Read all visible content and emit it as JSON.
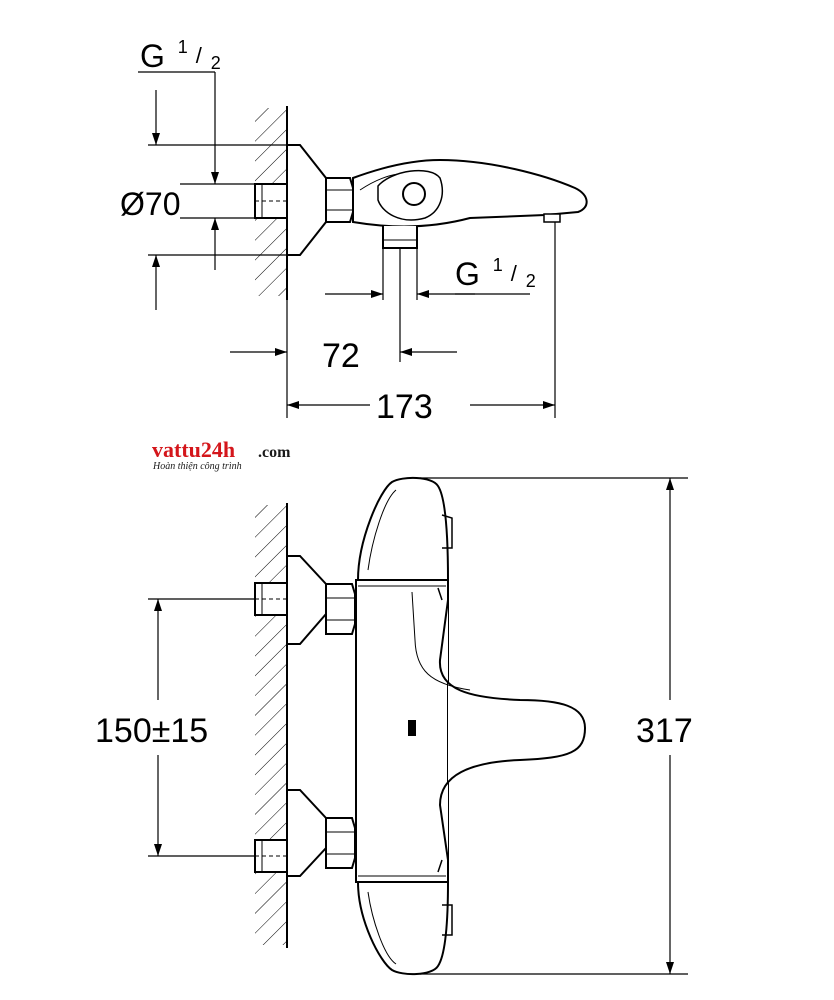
{
  "top_view": {
    "thread_top": {
      "main": "G",
      "num": "1",
      "den": "2"
    },
    "diameter": "Ø70",
    "thread_outlet": {
      "main": "G",
      "num": "1",
      "den": "2"
    },
    "dim_outlet_offset": "72",
    "dim_total_depth": "173"
  },
  "logo": {
    "name": "vattu24h",
    "suffix": ".com",
    "tagline": "Hoàn thiện công trình",
    "colors": {
      "primary": "#d4161b",
      "secondary": "#1a1a1a"
    }
  },
  "front_view": {
    "dim_inlet_spacing": "150±15",
    "dim_total_height": "317"
  },
  "colors": {
    "line": "#000000",
    "background": "#ffffff"
  }
}
